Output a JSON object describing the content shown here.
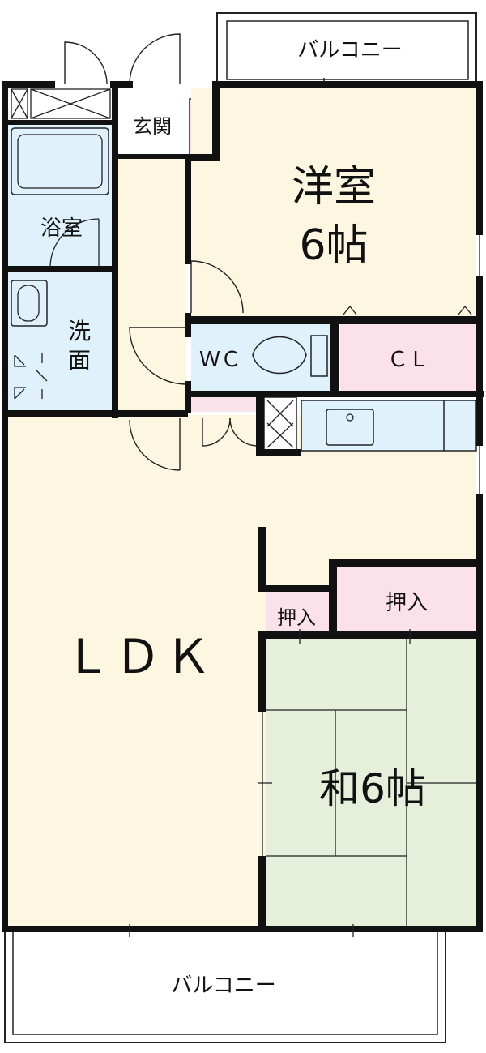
{
  "floorplan": {
    "rooms": {
      "balcony_top": "バルコニー",
      "balcony_bottom": "バルコニー",
      "genkan": "玄関",
      "youshitsu_name": "洋室",
      "youshitsu_size": "6帖",
      "yokushitsu": "浴室",
      "senmen_1": "洗",
      "senmen_2": "面",
      "wc": "ＷＣ",
      "cl": "ＣＬ",
      "oshiire_small": "押入",
      "oshiire_large": "押入",
      "ldk": "ＬＤＫ",
      "washitsu": "和6帖"
    },
    "colors": {
      "wall": "#111111",
      "western_room": "#fdf7e1",
      "wet_area": "#dff1fb",
      "storage": "#fbe2ea",
      "tatami": "#e6efd9",
      "balcony": "#ffffff"
    }
  }
}
